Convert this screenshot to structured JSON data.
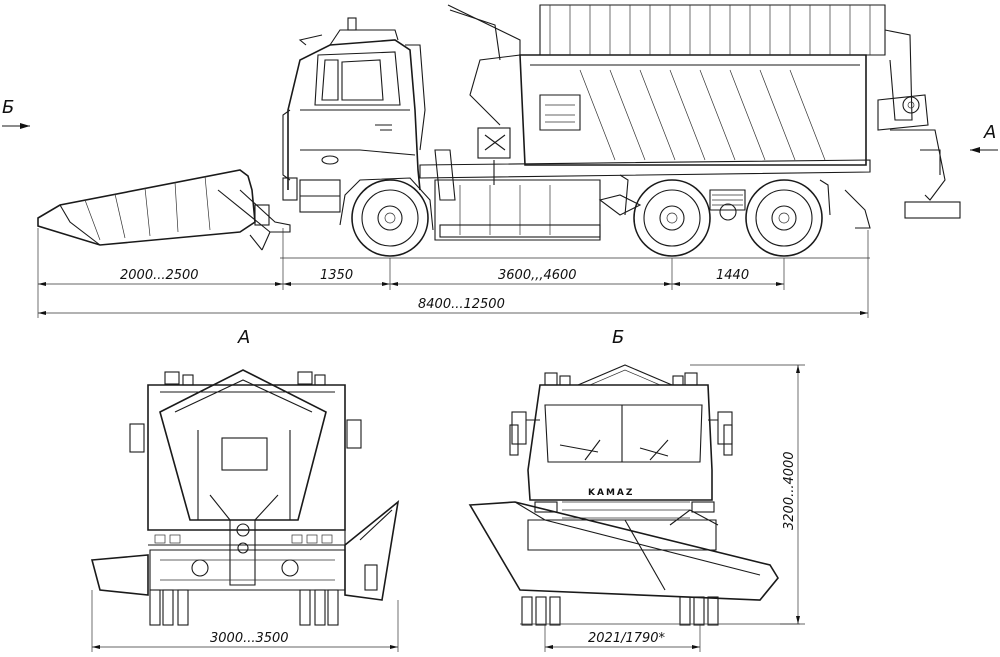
{
  "view_markers": {
    "left_arrow": "Б",
    "right_arrow": "A",
    "rear_view_title": "A",
    "front_view_title": "Б"
  },
  "dimensions": {
    "plow_length": "2000...2500",
    "front_overhang": "1350",
    "wheelbase": "3600,,,4600",
    "rear_axle_spacing": "1440",
    "overall_length": "8400...12500",
    "rear_width": "3000...3500",
    "front_track": "2021/1790*",
    "height": "3200...4000"
  },
  "labels": {
    "brand": "KAMAZ"
  }
}
